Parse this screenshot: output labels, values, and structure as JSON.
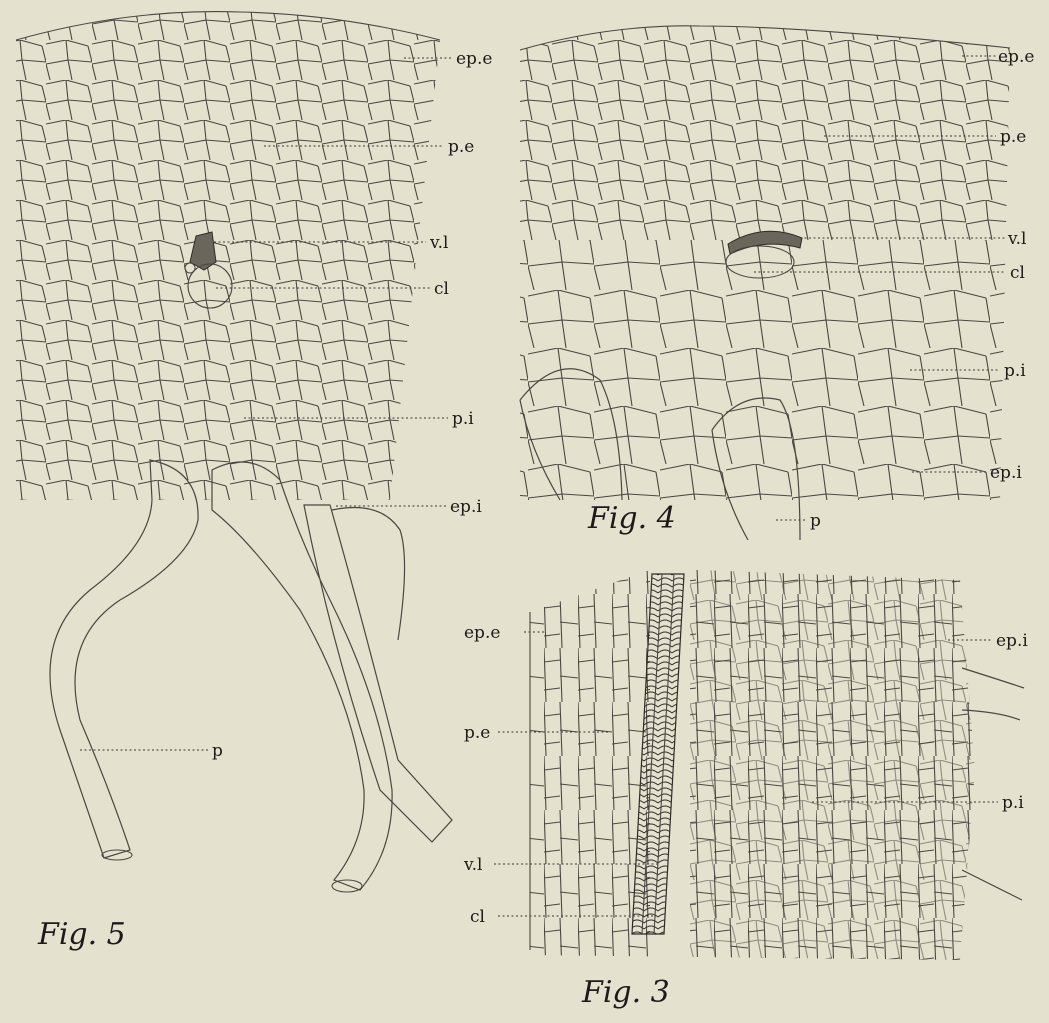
{
  "figures": [
    {
      "caption": "Fig. 5",
      "labels": [
        "ep.e",
        "p.e",
        "v.l",
        "cl",
        "p.i",
        "ep.i",
        "p"
      ]
    },
    {
      "caption": "Fig. 4",
      "labels": [
        "ep.e",
        "p.e",
        "v.l",
        "cl",
        "p.i",
        "ep.i",
        "p"
      ]
    },
    {
      "caption": "Fig. 3",
      "labels": [
        "ep.e",
        "ep.i",
        "p.e",
        "p.i",
        "v.l",
        "cl"
      ]
    }
  ]
}
